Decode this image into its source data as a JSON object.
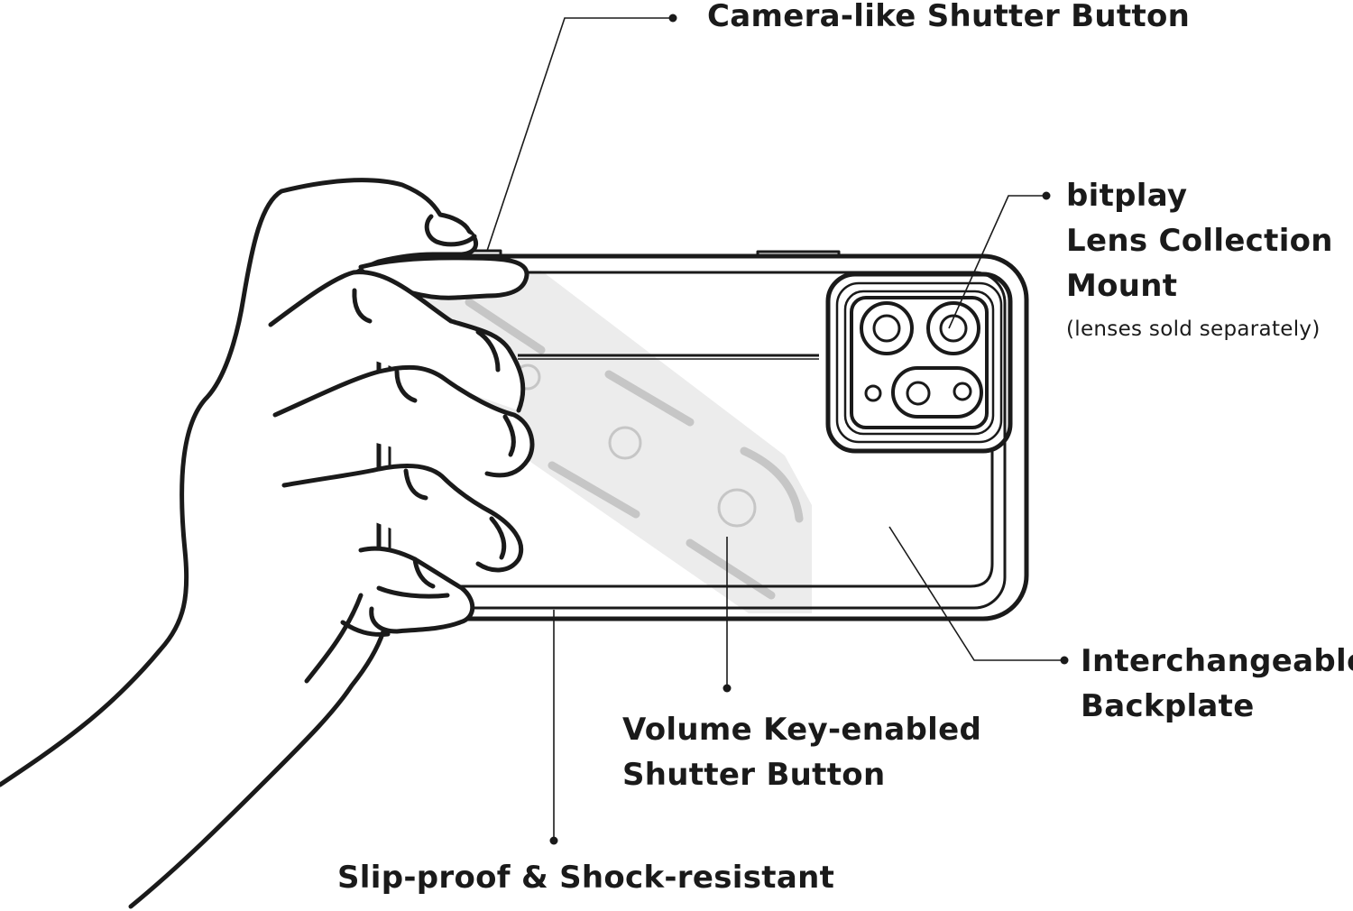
{
  "callouts": {
    "camera_shutter": {
      "label": "Camera-like Shutter Button"
    },
    "lens_mount": {
      "line1": "bitplay",
      "line2": "Lens Collection",
      "line3": "Mount",
      "note": "(lenses sold separately)"
    },
    "backplate": {
      "line1": "Interchangeable",
      "line2": "Backplate"
    },
    "volume_key": {
      "line1": "Volume Key-enabled",
      "line2": "Shutter Button"
    },
    "slip_proof": {
      "label": "Slip-proof & Shock-resistant"
    }
  },
  "colors": {
    "ink": "#1a1a1a",
    "shade": "#e9e9e9",
    "shade_mark": "#c4c4c4"
  }
}
